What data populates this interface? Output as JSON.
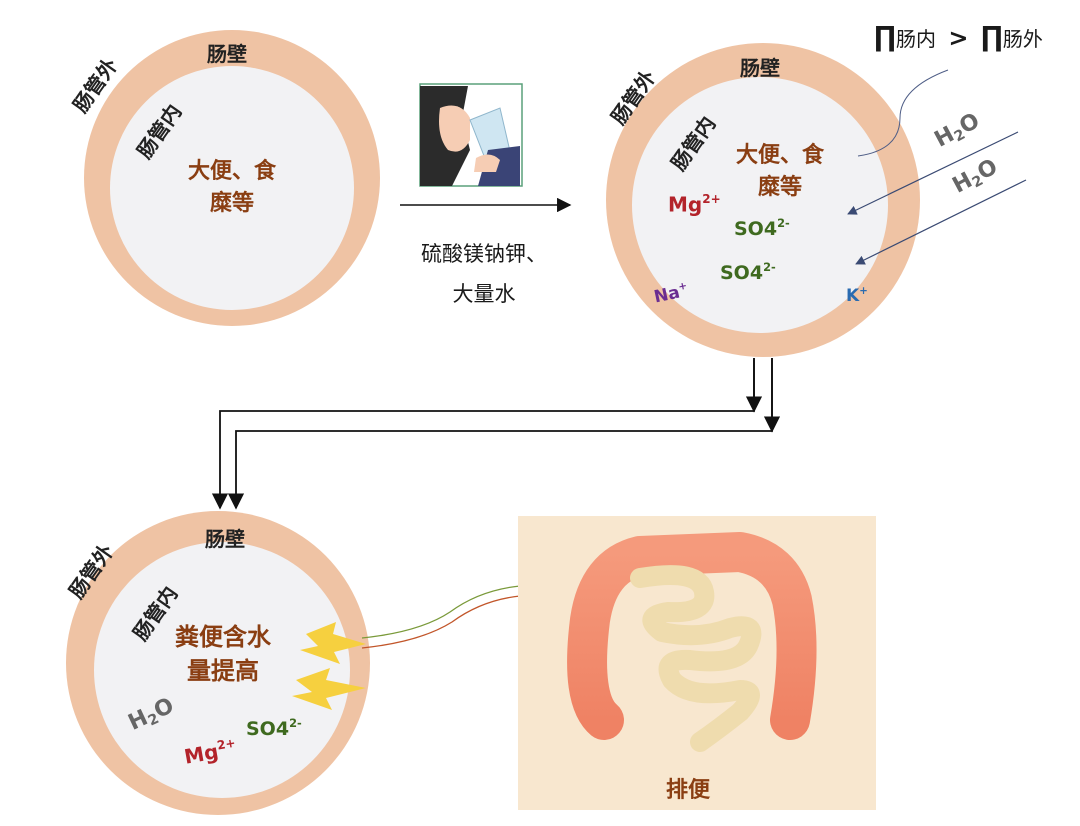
{
  "colors": {
    "wall": "#efc3a4",
    "lumen": "#f2f2f4",
    "dark_label": "#222222",
    "content_label": "#8a3e12",
    "mg_ion": "#b3232a",
    "so4_ion": "#3f6a1f",
    "na_ion": "#6a2d91",
    "k_ion": "#2a6bb0",
    "water": "#666666",
    "bolt": "#f6d03f",
    "panel_bg": "#f8e7cf"
  },
  "circle1": {
    "wall_label": "肠壁",
    "outside_label": "肠管外",
    "inside_label": "肠管内",
    "contents_line1": "大便、食",
    "contents_line2": "糜等"
  },
  "transfer": {
    "drink_icon": "person-drinking-icon",
    "label_line1": "硫酸镁钠钾、",
    "label_line2": "大量水"
  },
  "circle2": {
    "wall_label": "肠壁",
    "outside_label": "肠管外",
    "inside_label": "肠管内",
    "contents_line1": "大便、食",
    "contents_line2": "糜等",
    "pressure_symbol": "∏",
    "pressure_in": "肠内",
    "pressure_gt": ">",
    "pressure_out": "肠外",
    "water_label": "H",
    "water_sub": "2",
    "water_o": "O",
    "ions": {
      "mg": "Mg",
      "mg_charge": "2+",
      "so4": "SO4",
      "so4_charge": "2-",
      "na": "Na",
      "na_charge": "+",
      "k": "K",
      "k_charge": "+"
    }
  },
  "circle3": {
    "wall_label": "肠壁",
    "outside_label": "肠管外",
    "inside_label": "肠管内",
    "result_line1": "粪便含水",
    "result_line2": "量提高",
    "ions": {
      "water": "H",
      "water_sub": "2",
      "water_o": "O",
      "mg": "Mg",
      "mg_charge": "2+",
      "so4": "SO4",
      "so4_charge": "2-"
    }
  },
  "panel": {
    "label": "排便"
  }
}
